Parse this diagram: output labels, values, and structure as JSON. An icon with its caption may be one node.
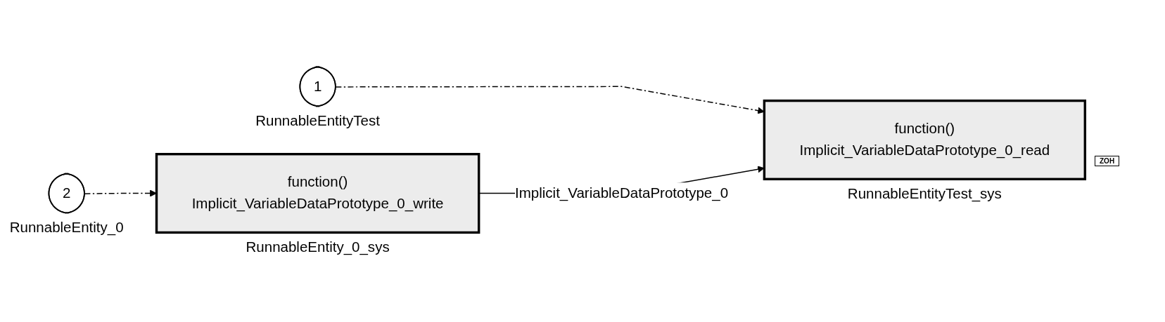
{
  "diagram": {
    "nodes": [
      {
        "text": [
          "2"
        ],
        "beside": [
          "RunnableEntity_0"
        ]
      },
      {
        "text": [
          "1"
        ],
        "beside": [
          "RunnableEntityTest"
        ]
      },
      {
        "text": [
          "function()",
          "Implicit_VariableDataPrototype_0_write"
        ],
        "beside": [
          "RunnableEntity_0_sys"
        ]
      },
      {
        "text": [
          "function()",
          "Implicit_VariableDataPrototype_0_read"
        ],
        "beside": [
          "RunnableEntityTest_sys"
        ]
      }
    ],
    "edges": [
      {
        "from": 0,
        "to": 2,
        "arrow": "to",
        "style": "dashed"
      },
      {
        "from": 1,
        "to": 3,
        "arrow": "to",
        "style": "dashed"
      },
      {
        "from": 2,
        "to": 3,
        "arrow": "to",
        "label": "Implicit_VariableDataPrototype_0"
      }
    ],
    "labels": [
      "ZOH"
    ]
  }
}
